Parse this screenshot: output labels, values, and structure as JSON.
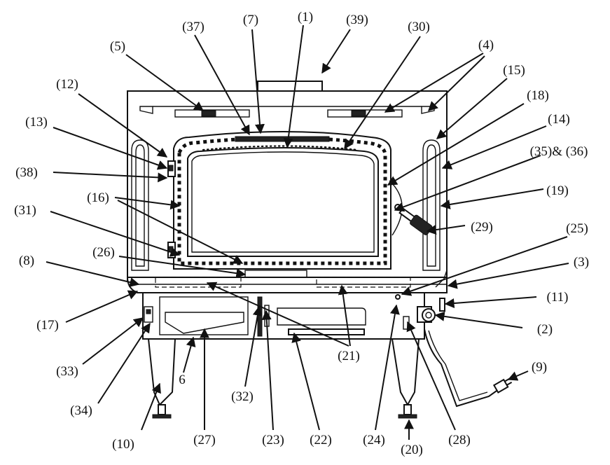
{
  "callouts": [
    {
      "id": "c1",
      "text": "(1)"
    },
    {
      "id": "c2",
      "text": "(2)"
    },
    {
      "id": "c3",
      "text": "(3)"
    },
    {
      "id": "c4",
      "text": "(4)"
    },
    {
      "id": "c5",
      "text": "(5)"
    },
    {
      "id": "c6",
      "text": "6"
    },
    {
      "id": "c7",
      "text": "(7)"
    },
    {
      "id": "c8",
      "text": "(8)"
    },
    {
      "id": "c9",
      "text": "(9)"
    },
    {
      "id": "c10",
      "text": "(10)"
    },
    {
      "id": "c11",
      "text": "(11)"
    },
    {
      "id": "c12",
      "text": "(12)"
    },
    {
      "id": "c13",
      "text": "(13)"
    },
    {
      "id": "c14",
      "text": "(14)"
    },
    {
      "id": "c15",
      "text": "(15)"
    },
    {
      "id": "c16",
      "text": "(16)"
    },
    {
      "id": "c17",
      "text": "(17)"
    },
    {
      "id": "c18",
      "text": "(18)"
    },
    {
      "id": "c19",
      "text": "(19)"
    },
    {
      "id": "c20",
      "text": "(20)"
    },
    {
      "id": "c21",
      "text": "(21)"
    },
    {
      "id": "c22",
      "text": "(22)"
    },
    {
      "id": "c23",
      "text": "(23)"
    },
    {
      "id": "c24",
      "text": "(24)"
    },
    {
      "id": "c25",
      "text": "(25)"
    },
    {
      "id": "c26",
      "text": "(26)"
    },
    {
      "id": "c27",
      "text": "(27)"
    },
    {
      "id": "c28",
      "text": "(28)"
    },
    {
      "id": "c29",
      "text": "(29)"
    },
    {
      "id": "c30",
      "text": "(30)"
    },
    {
      "id": "c31",
      "text": "(31)"
    },
    {
      "id": "c32",
      "text": "(32)"
    },
    {
      "id": "c33",
      "text": "(33)"
    },
    {
      "id": "c34",
      "text": "(34)"
    },
    {
      "id": "c35",
      "text": "(35)& (36)"
    },
    {
      "id": "c37",
      "text": "(37)"
    },
    {
      "id": "c38",
      "text": "(38)"
    },
    {
      "id": "c39",
      "text": "(39)"
    }
  ]
}
